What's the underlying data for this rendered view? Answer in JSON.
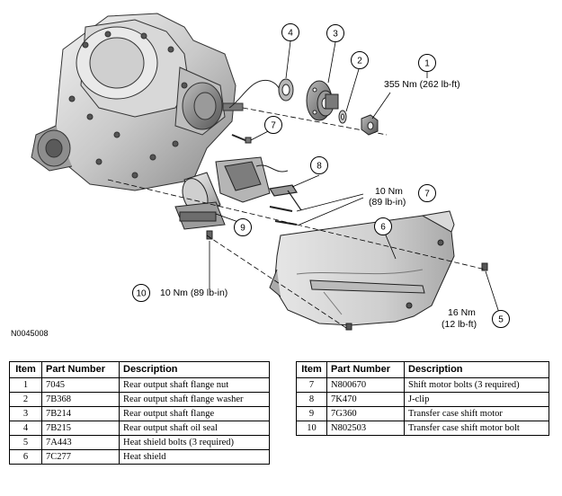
{
  "diagram": {
    "reference_code": "N0045008",
    "callouts": [
      {
        "num": "1",
        "label": "355 Nm (262 lb-ft)"
      },
      {
        "num": "2",
        "label": ""
      },
      {
        "num": "3",
        "label": ""
      },
      {
        "num": "4",
        "label": ""
      },
      {
        "num": "5",
        "label": "16 Nm (12 lb-ft)"
      },
      {
        "num": "6",
        "label": ""
      },
      {
        "num": "7",
        "label": ""
      },
      {
        "num": "7",
        "label": "10 Nm (89 lb-in)"
      },
      {
        "num": "8",
        "label": ""
      },
      {
        "num": "9",
        "label": ""
      },
      {
        "num": "10",
        "label": "10 Nm (89 lb-in)"
      }
    ],
    "torque": {
      "c1": "355 Nm (262 lb-ft)",
      "c7_line1": "10 Nm",
      "c7_line2": "(89 lb-in)",
      "c5_line1": "16 Nm",
      "c5_line2": "(12 lb-ft)",
      "c10": "10 Nm (89 lb-in)"
    }
  },
  "table_headers": {
    "item": "Item",
    "part_number": "Part Number",
    "description": "Description"
  },
  "parts_left": [
    {
      "item": "1",
      "part_number": "7045",
      "description": "Rear output shaft flange nut"
    },
    {
      "item": "2",
      "part_number": "7B368",
      "description": "Rear output shaft flange washer"
    },
    {
      "item": "3",
      "part_number": "7B214",
      "description": "Rear output shaft flange"
    },
    {
      "item": "4",
      "part_number": "7B215",
      "description": "Rear output shaft oil seal"
    },
    {
      "item": "5",
      "part_number": "7A443",
      "description": "Heat shield bolts (3 required)"
    },
    {
      "item": "6",
      "part_number": "7C277",
      "description": "Heat shield"
    }
  ],
  "parts_right": [
    {
      "item": "7",
      "part_number": "N800670",
      "description": "Shift motor bolts (3 required)"
    },
    {
      "item": "8",
      "part_number": "7K470",
      "description": "J-clip"
    },
    {
      "item": "9",
      "part_number": "7G360",
      "description": "Transfer case shift motor"
    },
    {
      "item": "10",
      "part_number": "N802503",
      "description": "Transfer case shift motor bolt"
    }
  ]
}
